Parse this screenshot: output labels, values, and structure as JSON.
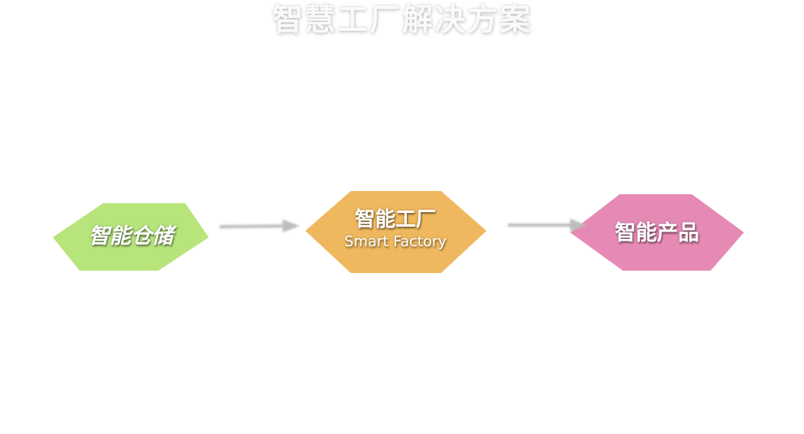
{
  "title": "智慧工厂解决方案",
  "nodes": [
    {
      "id": "warehouse",
      "label": "智能仓储",
      "color": "#b7e57c"
    },
    {
      "id": "factory",
      "label": "智能工厂",
      "sublabel": "Smart Factory",
      "color": "#efb85e"
    },
    {
      "id": "product",
      "label": "智能产品",
      "color": "#e68ab5"
    }
  ],
  "edges": [
    {
      "from": "warehouse",
      "to": "factory"
    },
    {
      "from": "factory",
      "to": "product"
    }
  ],
  "colors": {
    "arrow": "#bdbdbd",
    "title_text": "#fafafa",
    "label_text": "#ffffff",
    "background": "#ffffff"
  }
}
